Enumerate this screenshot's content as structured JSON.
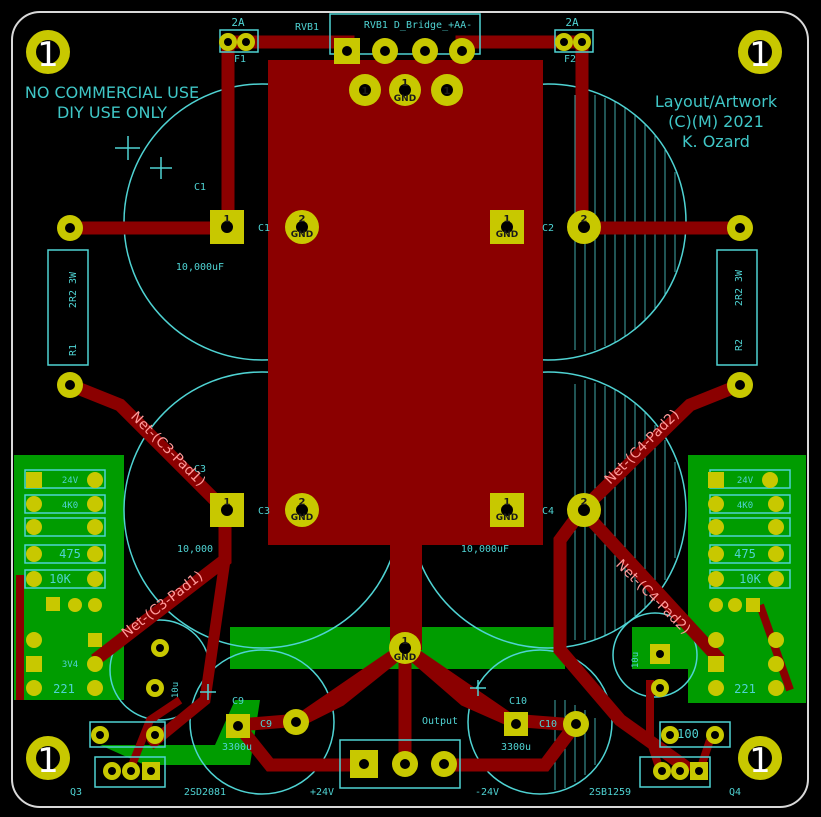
{
  "board": {
    "notice_line1": "NO COMMERCIAL USE",
    "notice_line2": "DIY USE ONLY",
    "credit_line1": "Layout/Artwork",
    "credit_line2": "(C)(M) 2021",
    "credit_line3": "K. Ozard"
  },
  "colors": {
    "board_edge": "#d9d9d9",
    "copper_front": "#8b0000",
    "copper_back": "#009c00",
    "silkscreen": "#4fd3d3",
    "pad": "#c8c800",
    "drill": "#000000"
  },
  "mount_holes": {
    "label": "1"
  },
  "fuses": {
    "left_rating": "2A",
    "left_ref": "F1",
    "right_rating": "2A",
    "right_ref": "F2"
  },
  "bridge": {
    "ref": "RVB1",
    "value": "RVB1 D_Bridge_+AA-",
    "pins": [
      "1",
      "GND",
      "1"
    ]
  },
  "resistors": {
    "r1_ref": "R1",
    "r1_value": "2R2 3W",
    "r2_ref": "R2",
    "r2_value": "2R2 3W"
  },
  "capacitors": {
    "c1": "C1",
    "c1_value": "10,000uF",
    "c2": "C2",
    "c3": "C3",
    "c3_value": "10,000",
    "c4": "C4",
    "c4_value": "10,000uF",
    "c9": "C9",
    "c9_value": "3300u",
    "c10": "C10",
    "c10_value": "3300u",
    "pin_1": "1",
    "pin_2": "2",
    "pin_gnd": "GND"
  },
  "nets": {
    "c3_pad1": "Net-(C3-Pad1)",
    "c4_pad2": "Net-(C4-Pad2)"
  },
  "transistors": {
    "q3": "Q3",
    "q3_part": "2SD2081",
    "q4": "Q4",
    "q4_part": "2SB1259"
  },
  "output": {
    "label": "Output",
    "plus": "+24V",
    "minus": "-24V",
    "gnd": "GND"
  },
  "small_parts": {
    "left_r_top": "24V",
    "left_r_2": "4K0",
    "left_r_3": "475",
    "left_r_4": "10K",
    "left_r_5": "221",
    "left_zener": "3V4",
    "right_r_top": "24V",
    "right_r_2": "4K0",
    "right_r_3": "475",
    "right_r_4": "10K",
    "right_r_5": "221",
    "right_r_6": "100",
    "left_cap": "10u",
    "right_cap": "10u"
  }
}
